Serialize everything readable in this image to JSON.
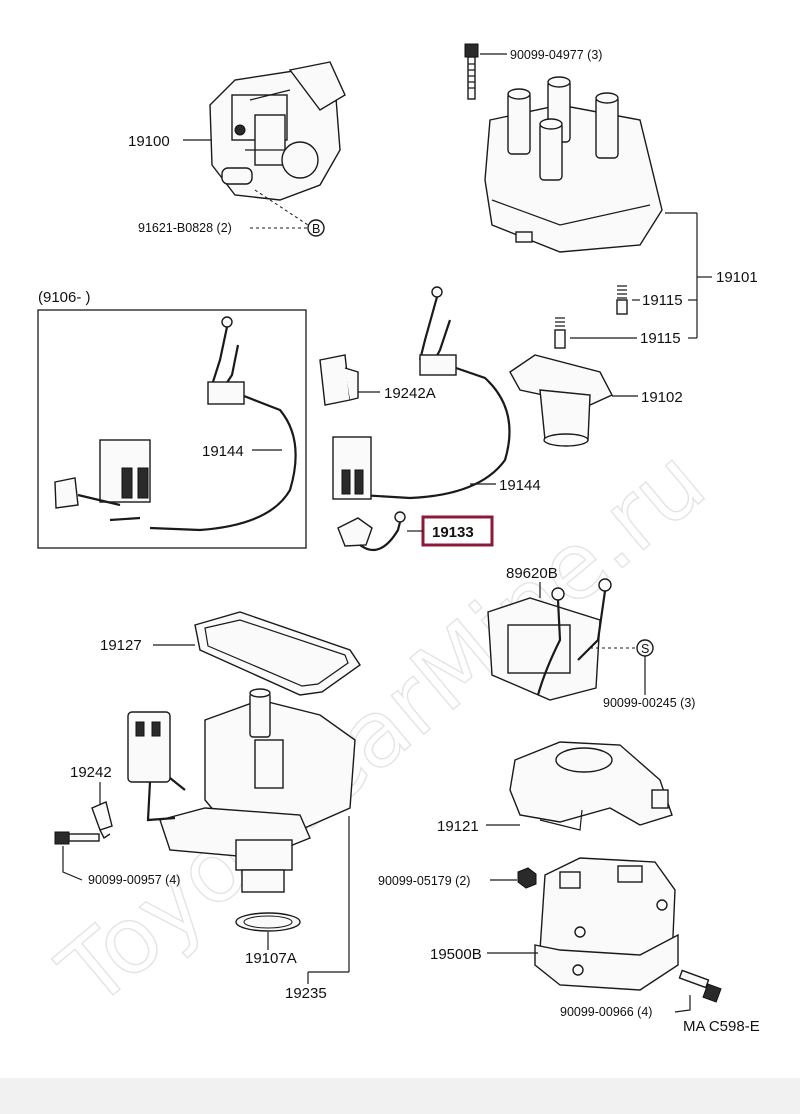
{
  "watermark": "ToyotaCarMine.ru",
  "drawing_code": "MA C598-E",
  "highlight_color": "#8b1a3a",
  "labels": {
    "p19100": "19100",
    "p91621": "91621-B0828 (2)",
    "p90099_04977": "90099-04977 (3)",
    "p19101": "19101",
    "p19115a": "19115",
    "p19115b": "19115",
    "p19102": "19102",
    "p9106": "(9106-          )",
    "p19144a": "19144",
    "p19242A": "19242A",
    "p19144b": "19144",
    "p19133": "19133",
    "p89620B": "89620B",
    "p90099_00245": "90099-00245 (3)",
    "p19127": "19127",
    "p19242": "19242",
    "p90099_00957": "90099-00957 (4)",
    "p19121": "19121",
    "p90099_05179": "90099-05179 (2)",
    "p19500B": "19500B",
    "p19107A": "19107A",
    "p19235": "19235",
    "p90099_00966": "90099-00966 (4)"
  },
  "callouts": {
    "b": "B",
    "s": "S"
  }
}
